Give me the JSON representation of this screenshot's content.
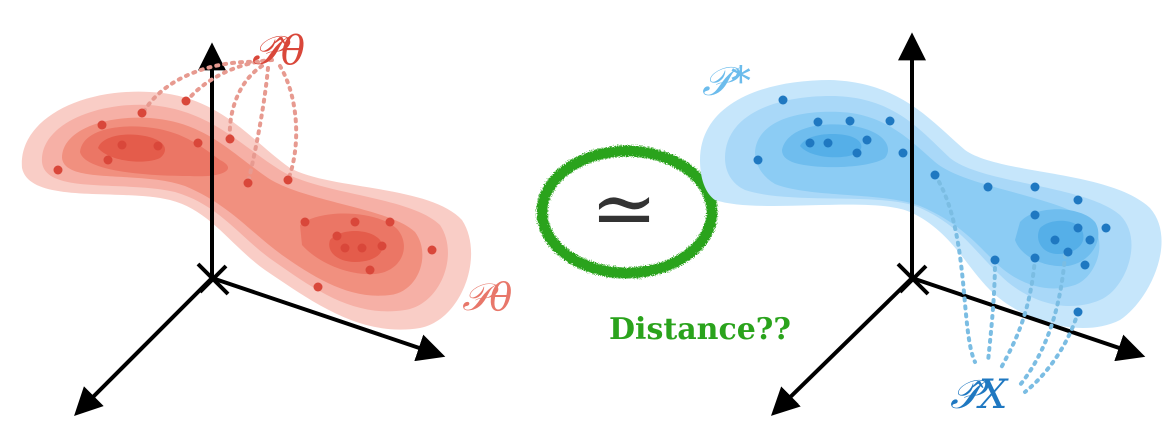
{
  "colors": {
    "red_dark": "#d9473a",
    "red_mid": "#ee8a7f",
    "red_light": "#f8c2ba",
    "blue_dark": "#1f78c1",
    "blue_mid": "#6cbcec",
    "blue_light": "#bfe2fa",
    "green": "#2aa31c",
    "axis": "#000000"
  },
  "left": {
    "sample_label": "𝒫̂θ",
    "model_label": "𝒫θ"
  },
  "right": {
    "true_label": "𝒫*",
    "sample_label": "𝒫̂X"
  },
  "center": {
    "symbol": "≃",
    "question": "Distance??"
  }
}
